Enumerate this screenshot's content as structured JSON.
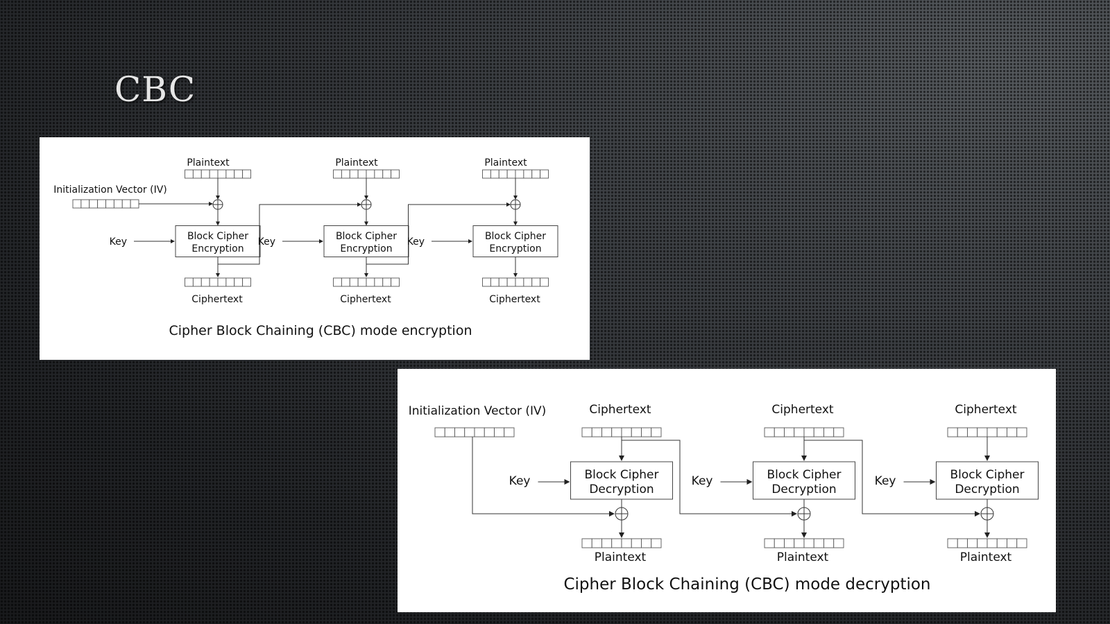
{
  "slide": {
    "title": "CBC"
  },
  "encryption": {
    "iv_label": "Initialization Vector (IV)",
    "plaintext_label": "Plaintext",
    "ciphertext_label": "Ciphertext",
    "key_label": "Key",
    "block_line1": "Block Cipher",
    "block_line2": "Encryption",
    "caption": "Cipher Block Chaining (CBC) mode encryption",
    "stages": 3
  },
  "decryption": {
    "iv_label": "Initialization Vector (IV)",
    "ciphertext_label": "Ciphertext",
    "plaintext_label": "Plaintext",
    "key_label": "Key",
    "block_line1": "Block Cipher",
    "block_line2": "Decryption",
    "caption": "Cipher Block Chaining (CBC) mode decryption",
    "stages": 3
  }
}
